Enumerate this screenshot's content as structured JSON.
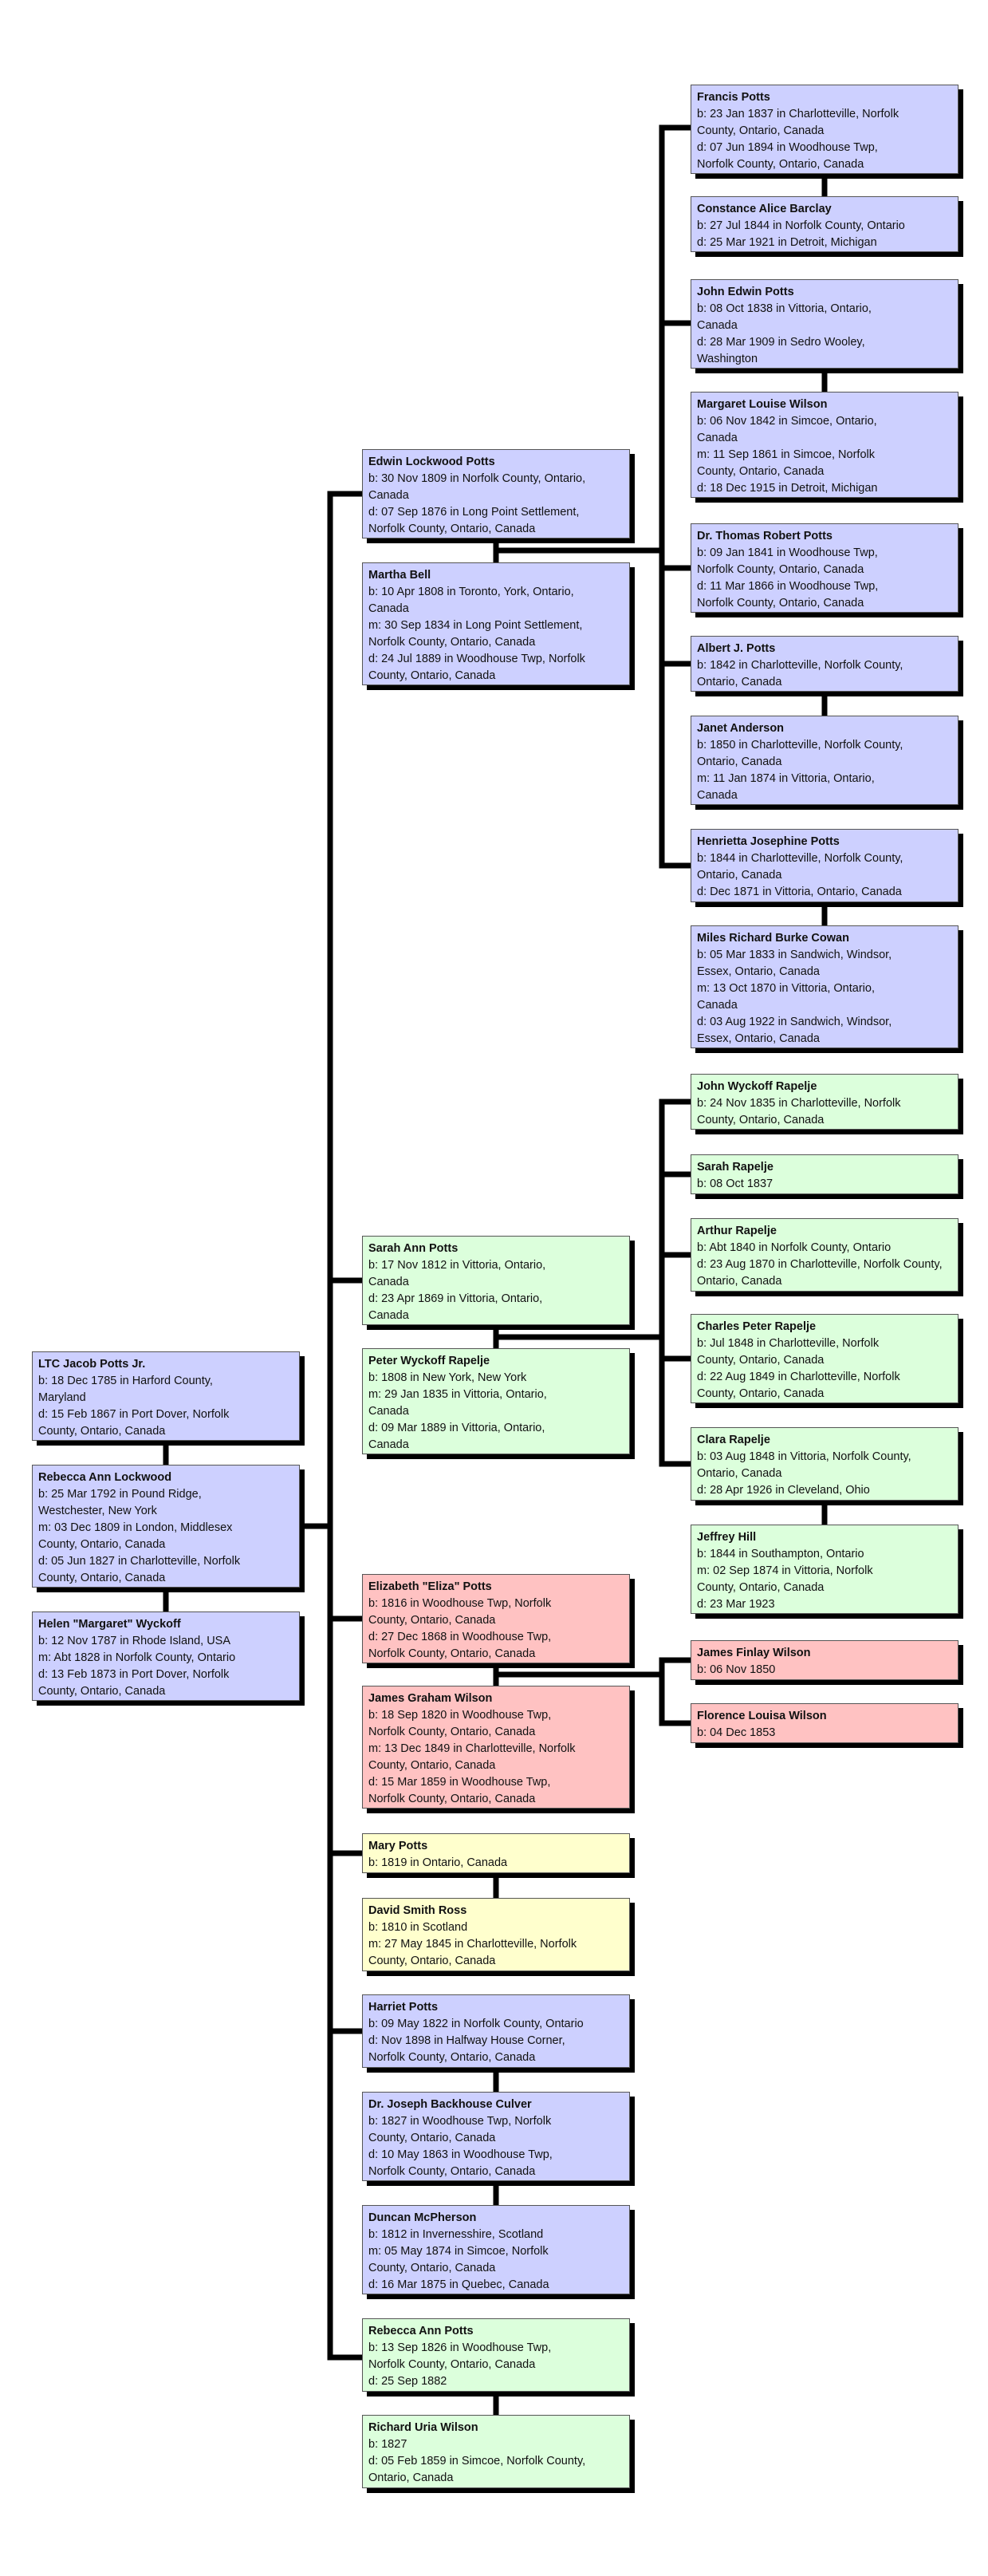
{
  "colors": {
    "blue": "#cdd0ff",
    "green": "#dcffdc",
    "pink": "#ffc2c2",
    "yellow": "#ffffcd",
    "line": "#000000"
  },
  "people": [
    {
      "id": "francis-potts",
      "name": "Francis Potts",
      "lines": [
        "b: 23 Jan 1837 in Charlotteville, Norfolk",
        "County, Ontario, Canada",
        "d: 07 Jun 1894 in Woodhouse Twp,",
        "Norfolk County, Ontario, Canada"
      ]
    },
    {
      "id": "constance-alice-barclay",
      "name": "Constance Alice Barclay",
      "lines": [
        "b: 27 Jul 1844 in Norfolk County, Ontario",
        "d: 25 Mar 1921 in Detroit, Michigan"
      ]
    },
    {
      "id": "john-edwin-potts",
      "name": "John Edwin Potts",
      "lines": [
        "b: 08 Oct 1838 in Vittoria, Ontario,",
        "Canada",
        "d: 28 Mar 1909 in Sedro Wooley,",
        "Washington"
      ]
    },
    {
      "id": "margaret-louise-wilson",
      "name": "Margaret Louise Wilson",
      "lines": [
        "b: 06 Nov 1842 in Simcoe, Ontario,",
        "Canada",
        "m: 11 Sep 1861 in Simcoe, Norfolk",
        "County, Ontario, Canada",
        "d: 18 Dec 1915 in Detroit, Michigan"
      ]
    },
    {
      "id": "thomas-robert-potts",
      "name": "Dr. Thomas Robert Potts",
      "lines": [
        "b: 09 Jan 1841 in Woodhouse Twp,",
        "Norfolk County, Ontario, Canada",
        "d: 11 Mar 1866 in Woodhouse Twp,",
        "Norfolk County, Ontario, Canada"
      ]
    },
    {
      "id": "albert-j-potts",
      "name": "Albert J. Potts",
      "lines": [
        "b: 1842 in Charlotteville, Norfolk County,",
        "Ontario, Canada"
      ]
    },
    {
      "id": "janet-anderson",
      "name": "Janet Anderson",
      "lines": [
        "b: 1850 in Charlotteville, Norfolk County,",
        "Ontario, Canada",
        "m: 11 Jan 1874 in Vittoria, Ontario,",
        "Canada"
      ]
    },
    {
      "id": "henrietta-josephine-potts",
      "name": "Henrietta Josephine Potts",
      "lines": [
        "b: 1844 in Charlotteville, Norfolk County,",
        "Ontario, Canada",
        "d: Dec 1871 in Vittoria, Ontario, Canada"
      ]
    },
    {
      "id": "miles-richard-burke-cowan",
      "name": "Miles Richard Burke Cowan",
      "lines": [
        "b: 05 Mar 1833 in Sandwich, Windsor,",
        "Essex, Ontario, Canada",
        "m: 13 Oct 1870 in Vittoria, Ontario,",
        "Canada",
        "d: 03 Aug 1922 in Sandwich, Windsor,",
        "Essex, Ontario, Canada"
      ]
    },
    {
      "id": "john-wyckoff-rapelje",
      "name": "John Wyckoff Rapelje",
      "lines": [
        "b: 24 Nov 1835 in Charlotteville, Norfolk",
        "County, Ontario, Canada"
      ]
    },
    {
      "id": "sarah-rapelje",
      "name": "Sarah Rapelje",
      "lines": [
        "b: 08 Oct 1837"
      ]
    },
    {
      "id": "arthur-rapelje",
      "name": "Arthur Rapelje",
      "lines": [
        "b: Abt 1840 in Norfolk County, Ontario",
        "d: 23 Aug 1870 in Charlotteville, Norfolk County,",
        "Ontario, Canada"
      ]
    },
    {
      "id": "charles-peter-rapelje",
      "name": "Charles Peter Rapelje",
      "lines": [
        "b: Jul 1848 in Charlotteville, Norfolk",
        "County, Ontario, Canada",
        "d: 22 Aug 1849 in Charlotteville, Norfolk",
        "County, Ontario, Canada"
      ]
    },
    {
      "id": "clara-rapelje",
      "name": "Clara Rapelje",
      "lines": [
        "b: 03 Aug 1848 in Vittoria, Norfolk County,",
        "Ontario, Canada",
        "d: 28 Apr 1926 in Cleveland, Ohio"
      ]
    },
    {
      "id": "jeffrey-hill",
      "name": "Jeffrey Hill",
      "lines": [
        "b: 1844 in Southampton, Ontario",
        "m: 02 Sep 1874 in Vittoria, Norfolk",
        "County, Ontario, Canada",
        "d: 23 Mar 1923"
      ]
    },
    {
      "id": "james-finlay-wilson",
      "name": "James Finlay Wilson",
      "lines": [
        "b: 06 Nov 1850"
      ]
    },
    {
      "id": "florence-louisa-wilson",
      "name": "Florence Louisa Wilson",
      "lines": [
        "b: 04 Dec 1853"
      ]
    },
    {
      "id": "edwin-lockwood-potts",
      "name": "Edwin Lockwood Potts",
      "lines": [
        "b: 30 Nov 1809 in Norfolk County, Ontario,",
        "Canada",
        "d: 07 Sep 1876 in Long Point Settlement,",
        "Norfolk County, Ontario, Canada"
      ]
    },
    {
      "id": "martha-bell",
      "name": "Martha Bell",
      "lines": [
        "b: 10 Apr 1808 in Toronto, York, Ontario,",
        "Canada",
        "m: 30 Sep 1834 in Long Point Settlement,",
        "Norfolk County, Ontario, Canada",
        "d: 24 Jul 1889 in Woodhouse Twp, Norfolk",
        "County, Ontario, Canada"
      ]
    },
    {
      "id": "sarah-ann-potts",
      "name": "Sarah Ann Potts",
      "lines": [
        "b: 17 Nov 1812 in Vittoria, Ontario,",
        "Canada",
        "d: 23 Apr 1869 in Vittoria, Ontario,",
        "Canada"
      ]
    },
    {
      "id": "peter-wyckoff-rapelje",
      "name": "Peter Wyckoff Rapelje",
      "lines": [
        "b: 1808 in New York, New York",
        "m: 29 Jan 1835 in Vittoria, Ontario,",
        "Canada",
        "d: 09 Mar 1889 in Vittoria, Ontario,",
        "Canada"
      ]
    },
    {
      "id": "elizabeth-eliza-potts",
      "name": "Elizabeth \"Eliza\" Potts",
      "lines": [
        "b: 1816 in Woodhouse Twp, Norfolk",
        "County, Ontario, Canada",
        "d: 27 Dec 1868 in Woodhouse Twp,",
        "Norfolk County, Ontario, Canada"
      ]
    },
    {
      "id": "james-graham-wilson",
      "name": "James Graham Wilson",
      "lines": [
        "b: 18 Sep 1820 in Woodhouse Twp,",
        "Norfolk County, Ontario, Canada",
        "m: 13 Dec 1849 in Charlotteville, Norfolk",
        "County, Ontario, Canada",
        "d: 15 Mar 1859 in Woodhouse Twp,",
        "Norfolk County, Ontario, Canada"
      ]
    },
    {
      "id": "mary-potts",
      "name": "Mary Potts",
      "lines": [
        "b: 1819 in Ontario, Canada"
      ]
    },
    {
      "id": "david-smith-ross",
      "name": "David Smith Ross",
      "lines": [
        "b: 1810 in Scotland",
        "m: 27 May 1845 in Charlotteville, Norfolk",
        "County, Ontario, Canada"
      ]
    },
    {
      "id": "harriet-potts",
      "name": "Harriet Potts",
      "lines": [
        "b: 09 May 1822 in Norfolk County, Ontario",
        "d: Nov 1898 in Halfway House Corner,",
        "Norfolk County, Ontario, Canada"
      ]
    },
    {
      "id": "joseph-backhouse-culver",
      "name": "Dr. Joseph Backhouse Culver",
      "lines": [
        "b: 1827 in Woodhouse Twp, Norfolk",
        "County, Ontario, Canada",
        "d: 10 May 1863 in Woodhouse Twp,",
        "Norfolk County, Ontario, Canada"
      ]
    },
    {
      "id": "duncan-mcpherson",
      "name": "Duncan McPherson",
      "lines": [
        "b: 1812 in Invernesshire, Scotland",
        "m: 05 May 1874 in Simcoe, Norfolk",
        "County, Ontario, Canada",
        "d: 16 Mar 1875 in Quebec, Canada"
      ]
    },
    {
      "id": "rebecca-ann-potts",
      "name": "Rebecca Ann Potts",
      "lines": [
        "b: 13 Sep 1826 in Woodhouse Twp,",
        "Norfolk County, Ontario, Canada",
        "d: 25 Sep 1882"
      ]
    },
    {
      "id": "richard-uria-wilson",
      "name": "Richard Uria Wilson",
      "lines": [
        "b: 1827",
        "d: 05 Feb 1859 in Simcoe, Norfolk County,",
        "Ontario, Canada"
      ]
    },
    {
      "id": "ltc-jacob-potts-jr",
      "name": "LTC Jacob Potts Jr.",
      "lines": [
        "b: 18 Dec 1785 in Harford County,",
        "Maryland",
        "d: 15 Feb 1867 in Port Dover, Norfolk",
        "County, Ontario, Canada"
      ]
    },
    {
      "id": "rebecca-ann-lockwood",
      "name": "Rebecca Ann Lockwood",
      "lines": [
        "b: 25 Mar 1792 in Pound Ridge,",
        "Westchester, New York",
        "m: 03 Dec 1809 in London, Middlesex",
        "County, Ontario, Canada",
        "d: 05 Jun 1827 in Charlotteville, Norfolk",
        "County, Ontario, Canada"
      ]
    },
    {
      "id": "helen-margaret-wyckoff",
      "name": "Helen \"Margaret\" Wyckoff",
      "lines": [
        "b: 12 Nov 1787 in Rhode Island, USA",
        "m: Abt 1828 in Norfolk County, Ontario",
        "d: 13 Feb 1873 in Port Dover, Norfolk",
        "County, Ontario, Canada"
      ]
    }
  ]
}
